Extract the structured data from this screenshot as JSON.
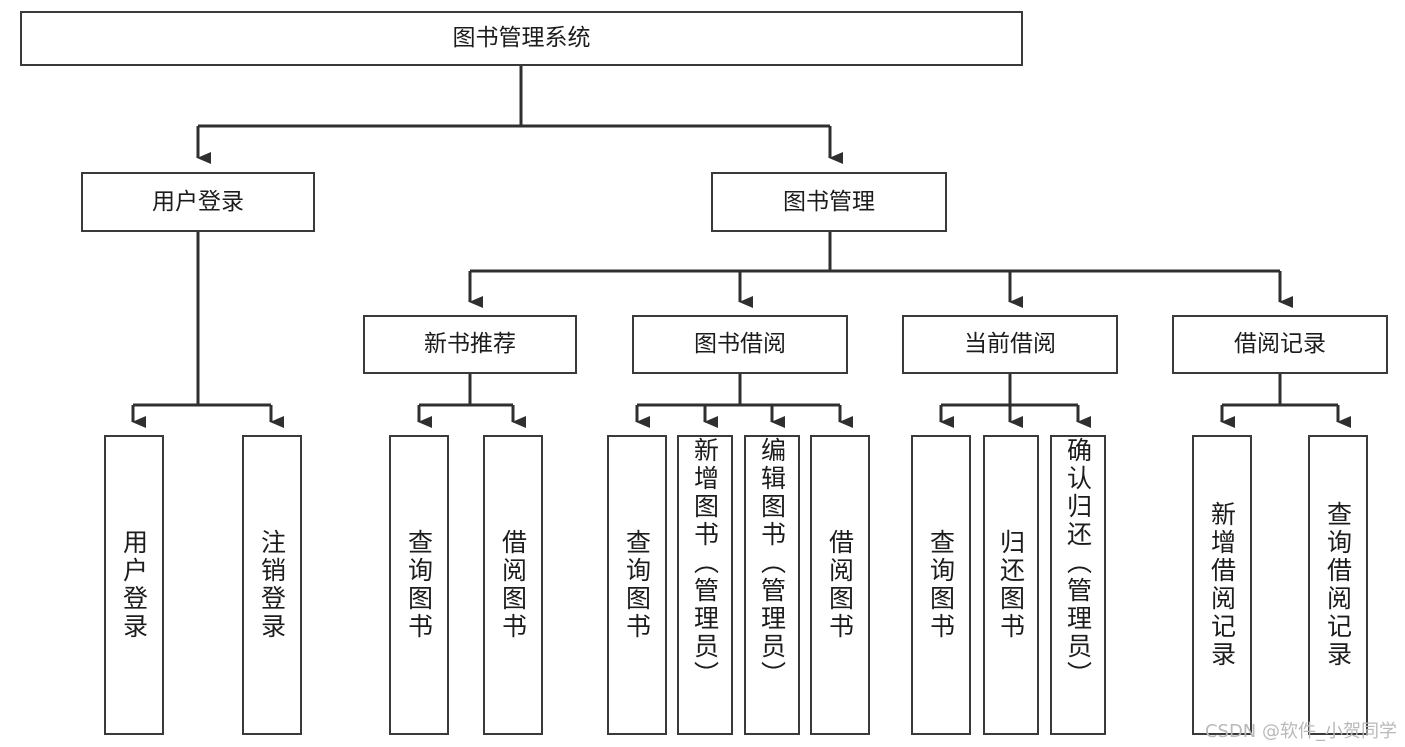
{
  "diagram": {
    "title": "图书管理系统",
    "type": "tree-hierarchy",
    "orientation": "top-down",
    "colors": {
      "box_border": "#3a3a3a",
      "box_fill": "#ffffff",
      "connector": "#2f2f2f",
      "text": "#1c1c1c",
      "watermark": "#b9b9b9",
      "background": "#ffffff"
    },
    "root": {
      "label": "图书管理系统"
    },
    "level2": [
      {
        "label": "用户登录"
      },
      {
        "label": "图书管理"
      }
    ],
    "level3": [
      {
        "label": "新书推荐"
      },
      {
        "label": "图书借阅"
      },
      {
        "label": "当前借阅"
      },
      {
        "label": "借阅记录"
      }
    ],
    "leaves": {
      "user_login": [
        {
          "label": "用户登录"
        },
        {
          "label": "注销登录"
        }
      ],
      "new_book_recommend": [
        {
          "label": "查询图书"
        },
        {
          "label": "借阅图书"
        }
      ],
      "book_borrow": [
        {
          "label": "查询图书"
        },
        {
          "label": "新增图书（管理员）"
        },
        {
          "label": "编辑图书（管理员）"
        },
        {
          "label": "借阅图书"
        }
      ],
      "current_borrow": [
        {
          "label": "查询图书"
        },
        {
          "label": "归还图书"
        },
        {
          "label": "确认归还（管理员）"
        }
      ],
      "borrow_record": [
        {
          "label": "新增借阅记录"
        },
        {
          "label": "查询借阅记录"
        }
      ]
    }
  },
  "watermark": {
    "text": "CSDN @软件_小贺同学"
  }
}
